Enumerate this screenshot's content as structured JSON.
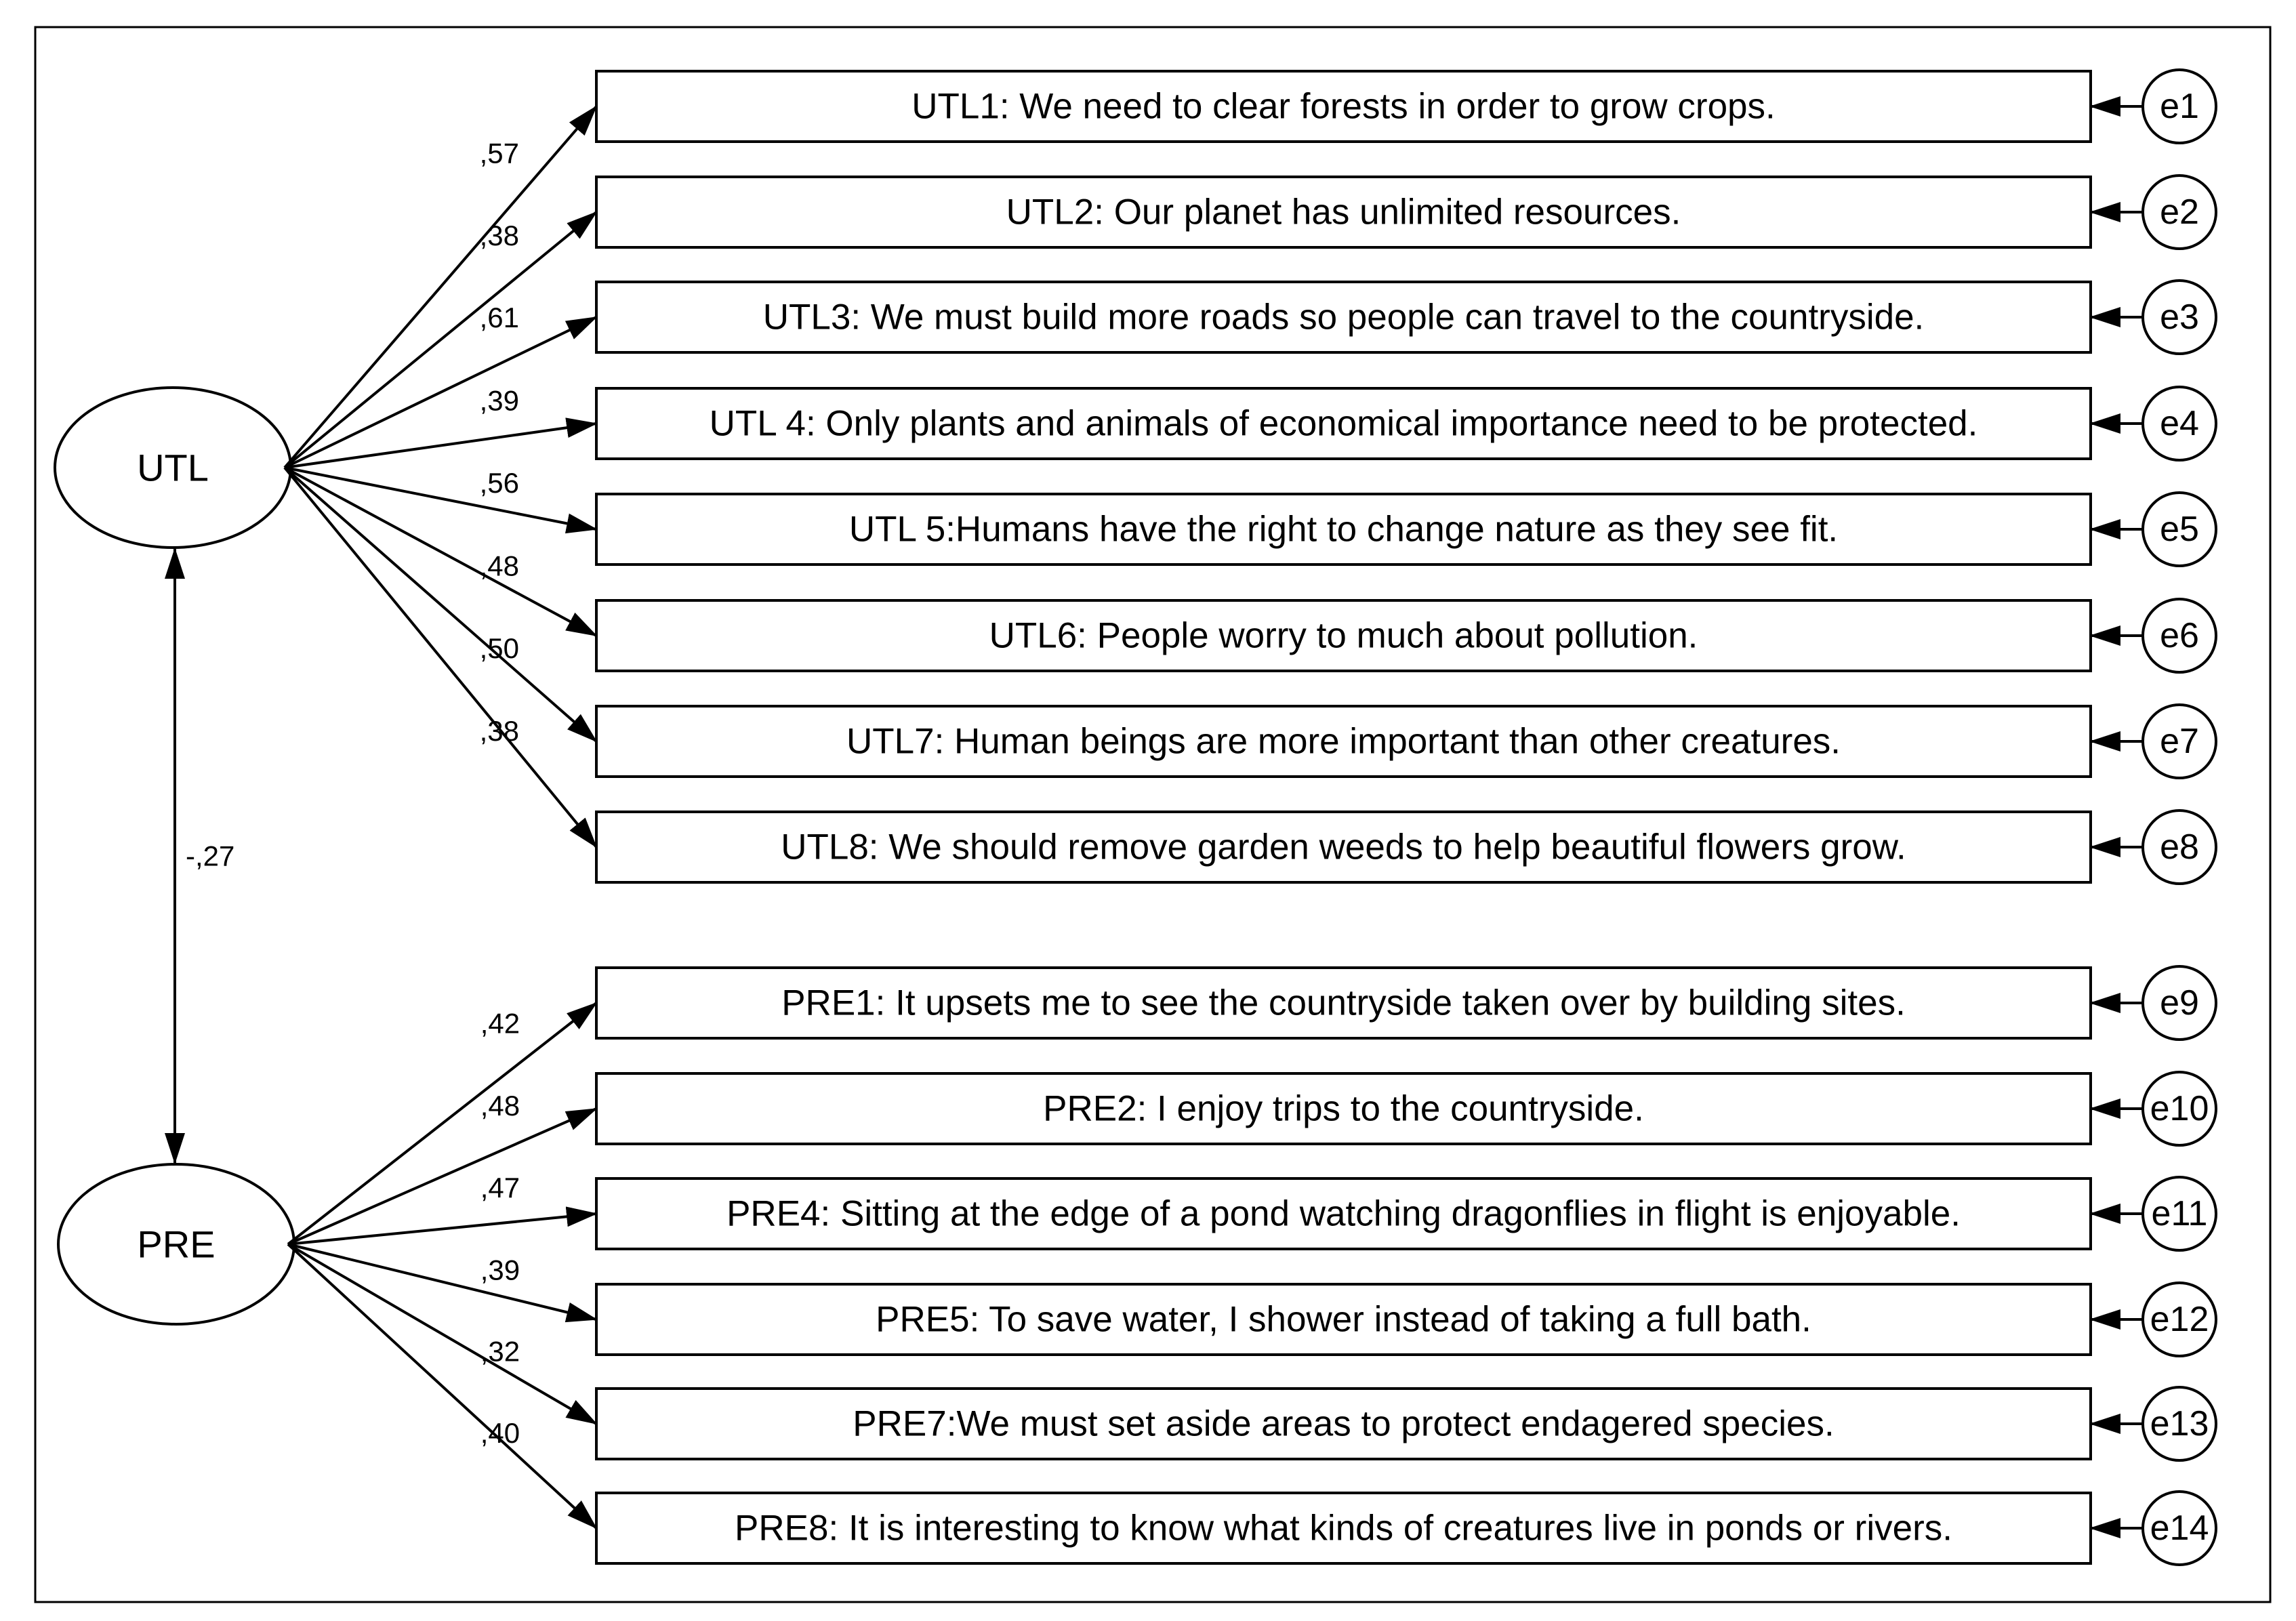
{
  "latents": [
    {
      "id": "UTL",
      "label": "UTL"
    },
    {
      "id": "PRE",
      "label": "PRE"
    }
  ],
  "covariance": {
    "between": [
      "UTL",
      "PRE"
    ],
    "value": "-,27"
  },
  "items": [
    {
      "factor": "UTL",
      "label": "UTL1: We need to clear forests in order to grow crops.",
      "loading": ",57",
      "error": "e1"
    },
    {
      "factor": "UTL",
      "label": "UTL2: Our planet has unlimited resources.",
      "loading": ",38",
      "error": "e2"
    },
    {
      "factor": "UTL",
      "label": "UTL3: We must build more roads so people can travel to the countryside.",
      "loading": ",61",
      "error": "e3"
    },
    {
      "factor": "UTL",
      "label": "UTL 4: Only plants and animals of economical importance need to be protected.",
      "loading": ",39",
      "error": "e4"
    },
    {
      "factor": "UTL",
      "label": "UTL 5:Humans have the right to change nature as they see fit.",
      "loading": ",56",
      "error": "e5"
    },
    {
      "factor": "UTL",
      "label": "UTL6: People worry to much about pollution.",
      "loading": ",48",
      "error": "e6"
    },
    {
      "factor": "UTL",
      "label": "UTL7: Human beings are more important than other creatures.",
      "loading": ",50",
      "error": "e7"
    },
    {
      "factor": "UTL",
      "label": "UTL8: We should remove garden weeds to help beautiful flowers grow.",
      "loading": ",38",
      "error": "e8"
    },
    {
      "factor": "PRE",
      "label": "PRE1: It upsets me to see the countryside taken over by building sites.",
      "loading": ",42",
      "error": "e9"
    },
    {
      "factor": "PRE",
      "label": "PRE2: I enjoy trips to the countryside.",
      "loading": ",48",
      "error": "e10"
    },
    {
      "factor": "PRE",
      "label": "PRE4: Sitting at the edge of a pond watching dragonflies in flight is enjoyable.",
      "loading": ",47",
      "error": "e11"
    },
    {
      "factor": "PRE",
      "label": "PRE5: To save water, I shower instead of taking a full bath.",
      "loading": ",39",
      "error": "e12"
    },
    {
      "factor": "PRE",
      "label": "PRE7:We must set aside areas to protect endagered species.",
      "loading": ",32",
      "error": "e13"
    },
    {
      "factor": "PRE",
      "label": "PRE8: It is interesting to know what kinds of creatures live in ponds or rivers.",
      "loading": ",40",
      "error": "e14"
    }
  ]
}
